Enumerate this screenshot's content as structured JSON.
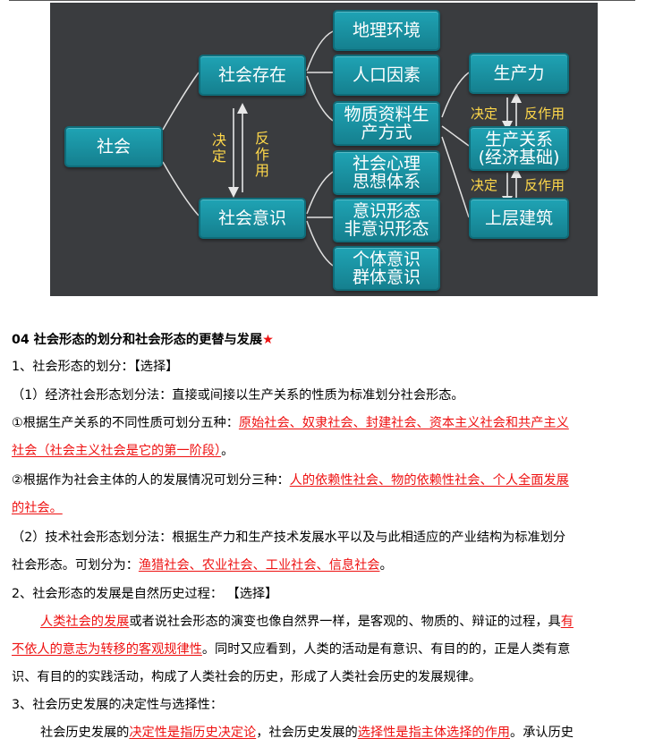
{
  "diagram": {
    "nodes": {
      "society": "社会",
      "social_existence": "社会存在",
      "social_consciousness": "社会意识",
      "geo_env": "地理环境",
      "population": "人口因素",
      "material_production": "物质资料生\n产方式",
      "social_psychology": "社会心理\n思想体系",
      "ideology": "意识形态\n非意识形态",
      "individual_group": "个体意识\n群体意识",
      "productive_forces": "生产力",
      "production_relations": "生产关系\n(经济基础)",
      "superstructure": "上层建筑"
    },
    "labels": {
      "decides_v": "决定",
      "reacts_v": "反作用",
      "decides_1": "决定",
      "reacts_1": "反作用",
      "decides_2": "决定",
      "reacts_2": "反作用"
    }
  },
  "doc": {
    "heading": {
      "text": "04 社会形态的划分和社会形态的更替与发展",
      "star": "★"
    },
    "l1": "1、社会形态的划分：【选择】",
    "l2": "（1）经济社会形态划分法：直接或间接以生产关系的性质为标准划分社会形态。",
    "l3a": "①根据生产关系的不同性质可划分五种：",
    "l3b": "原始社会、奴隶社会、封建社会、资本主义社会和共产主义",
    "l4a": "社会（社会主义社会是它的第一阶段）",
    "l4b": "。",
    "l5a": "②根据作为社会主体的人的发展情况可划分三种：",
    "l5b": "人的依赖性社会、物的依赖性社会、个人全面发展",
    "l6a": "的社会。",
    "l7": "（2）技术社会形态划分法：根据生产力和生产技术发展水平以及与此相适应的产业结构为标准划分",
    "l8a": "社会形态。可划分为：",
    "l8b": "渔猎社会、农业社会、工业社会、信息社会",
    "l8c": "。",
    "l9": "2、社会形态的发展是自然历史过程：  【选择】",
    "l10a": "人类社会的发展",
    "l10b": "或者说社会形态的演变也像自然界一样，是客观的、物质的、辩证的过程，具",
    "l10c": "有",
    "l11a": "不依人的意志为转移的客观规律性",
    "l11b": "。同时又应看到，人类的活动是有意识、有目的的，正是人类有意",
    "l12": "识、有目的的实践活动，构成了人类社会的历史，形成了人类社会历史的发展规律。",
    "l13": "3、社会历史发展的决定性与选择性：",
    "l14a": "社会历史发展的",
    "l14b": "决定性是指历史决定论",
    "l14c": "，社会历史发展的",
    "l14d": "选择性是指主体选择的作用",
    "l14e": "。承认历史"
  }
}
